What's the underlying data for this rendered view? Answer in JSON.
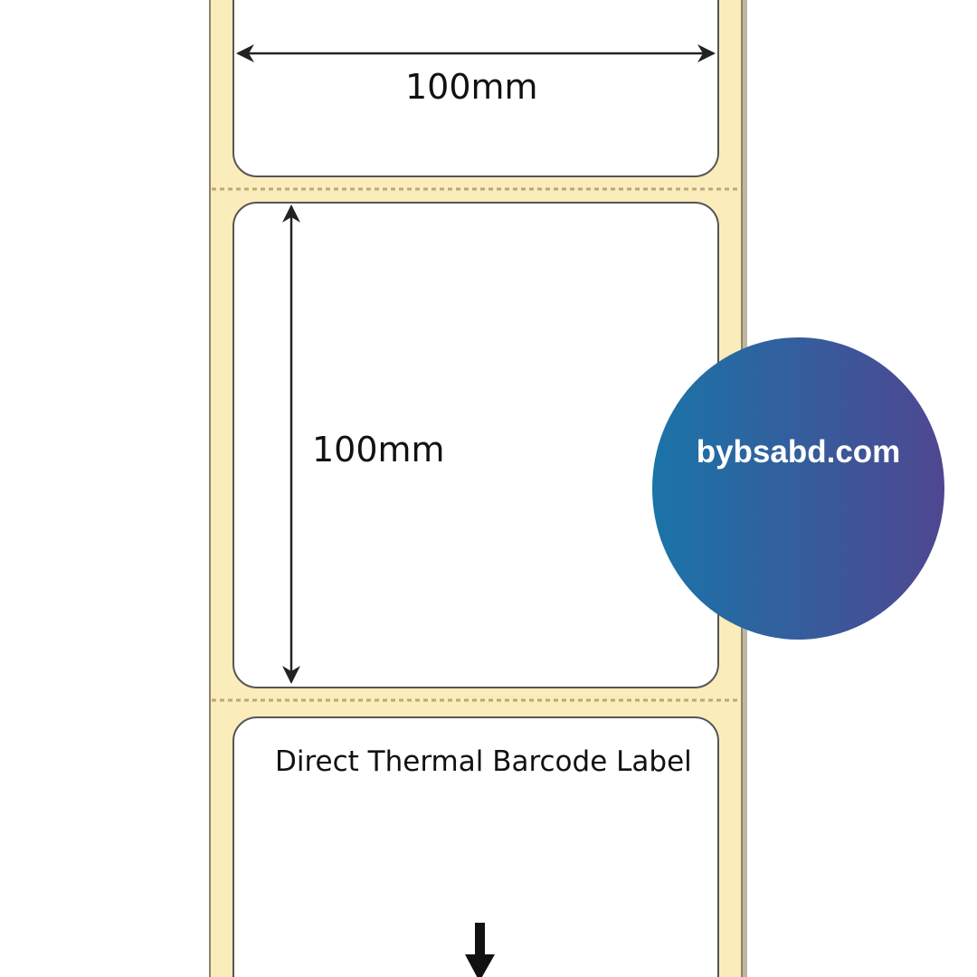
{
  "label_width": "100mm",
  "label_height": "100mm",
  "label_type": "Direct Thermal Barcode Label",
  "brand": "bybsabd.com",
  "colors": {
    "liner": "#fbecbb",
    "brand_start": "#1a74a8",
    "brand_end": "#4f4791"
  }
}
